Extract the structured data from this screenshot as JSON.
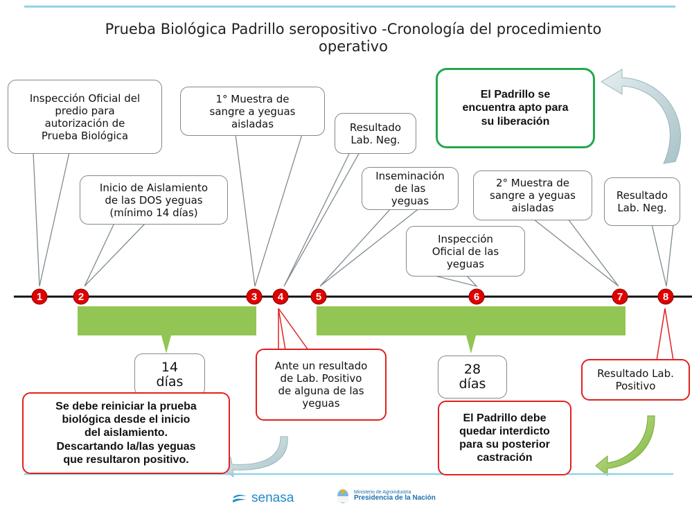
{
  "title": "Prueba Biológica Padrillo seropositivo -Cronología del procedimiento\noperativo",
  "nodes": [
    "1",
    "2",
    "3",
    "4",
    "5",
    "6",
    "7",
    "8"
  ],
  "callouts": {
    "c1": "Inspección Oficial del\npredio para\nautorización de\nPrueba Biológica",
    "c2": "Inicio de Aislamiento\nde las DOS yeguas\n(mínimo 14 días)",
    "c3": "1° Muestra de\nsangre a yeguas\naisladas",
    "c4": "Resultado\nLab. Neg.",
    "c5": "Inseminación\nde las\nyeguas",
    "c6": "Inspección\nOficial de las\nyeguas",
    "c7": "2° Muestra de\nsangre a yeguas\naisladas",
    "c8": "Resultado\nLab. Neg.",
    "apto": "El Padrillo se\nencuentra apto para\nsu liberación"
  },
  "periods": {
    "p1": "14\ndías",
    "p2": "28\ndías"
  },
  "notes": {
    "n4": "Ante un resultado\nde Lab. Positivo\nde alguna de las\nyeguas",
    "n8": "Resultado Lab.\nPositivo",
    "reiniciar": "Se debe reiniciar la prueba\nbiológica desde el inicio\ndel aislamiento.\nDescartando la/las yeguas\nque resultaron positivo.",
    "interdicto": "El Padrillo debe\nquedar interdicto\npara su posterior\ncastración"
  },
  "footer": {
    "senasa": "senasa",
    "ministerio": "Ministerio de Agroindustria",
    "presidencia": "Presidencia de la Nación"
  },
  "colors": {
    "accent_line": "#8fd3e6",
    "node_red": "#e00000",
    "period_green": "#92c553",
    "apto_border": "#22a84a",
    "note_border": "#e02020",
    "arrow_gray": "#b9cfd3"
  }
}
